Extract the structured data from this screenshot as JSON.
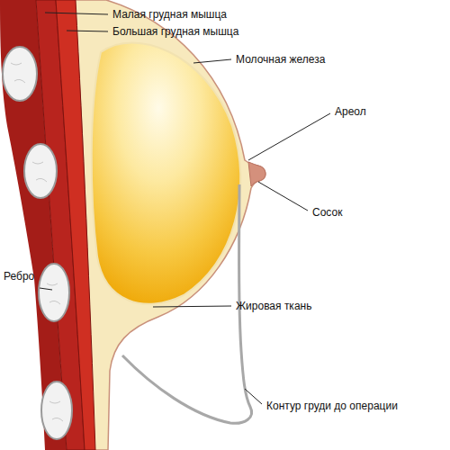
{
  "diagram": {
    "labels": [
      "Малая грудная мышца",
      "Большая грудная мышца",
      "Молочная железа",
      "Ареол",
      "Сосок",
      "Ребро",
      "Жировая ткань",
      "Контур груди до операции"
    ]
  }
}
